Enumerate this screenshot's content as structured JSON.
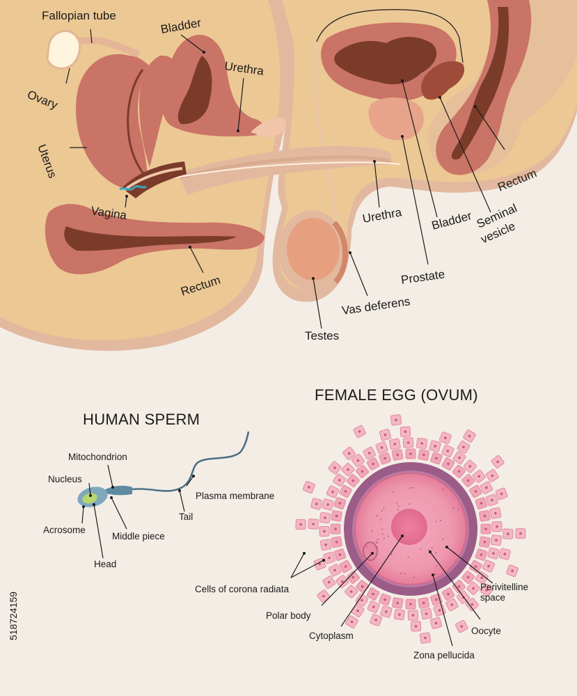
{
  "labels": {
    "fallopian_tube": "Fallopian tube",
    "ovary": "Ovary",
    "bladder_f": "Bladder",
    "urethra_f": "Urethra",
    "uterus": "Uterus",
    "vagina": "Vagina",
    "rectum_f": "Rectum",
    "urethra_m": "Urethra",
    "bladder_m": "Bladder",
    "seminal_vesicle_1": "Seminal",
    "seminal_vesicle_2": "vesicle",
    "rectum_m": "Rectum",
    "prostate": "Prostate",
    "vas_deferens": "Vas deferens",
    "testes": "Testes"
  },
  "sperm": {
    "title": "HUMAN SPERM",
    "mitochondrion": "Mitochondrion",
    "nucleus": "Nucleus",
    "plasma_membrane": "Plasma membrane",
    "acrosome": "Acrosome",
    "middle_piece": "Middle piece",
    "tail": "Tail",
    "head": "Head"
  },
  "ovum": {
    "title": "FEMALE EGG (OVUM)",
    "corona": "Cells of corona radiata",
    "polar_body": "Polar body",
    "cytoplasm": "Cytoplasm",
    "perivitelline_1": "Perivitelline",
    "perivitelline_2": "space",
    "oocyte": "Oocyte",
    "zona": "Zona pellucida"
  },
  "watermark": "518724159",
  "colors": {
    "background": "#f3ede6",
    "skin": "#ecc894",
    "organ_pink": "#c97466",
    "organ_dark": "#7b3b2a",
    "ovum_pink": "#e98aa2",
    "zona": "#9c5c88"
  }
}
